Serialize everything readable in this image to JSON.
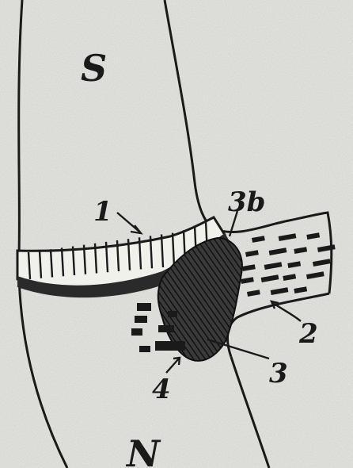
{
  "poles": {
    "south": "S",
    "north": "N"
  },
  "labels": {
    "l1": "1",
    "l2": "2",
    "l3": "3",
    "l3b": "3b",
    "l4": "4"
  },
  "colors": {
    "paper": "#e9e9e5",
    "ink": "#1a1a1a"
  }
}
